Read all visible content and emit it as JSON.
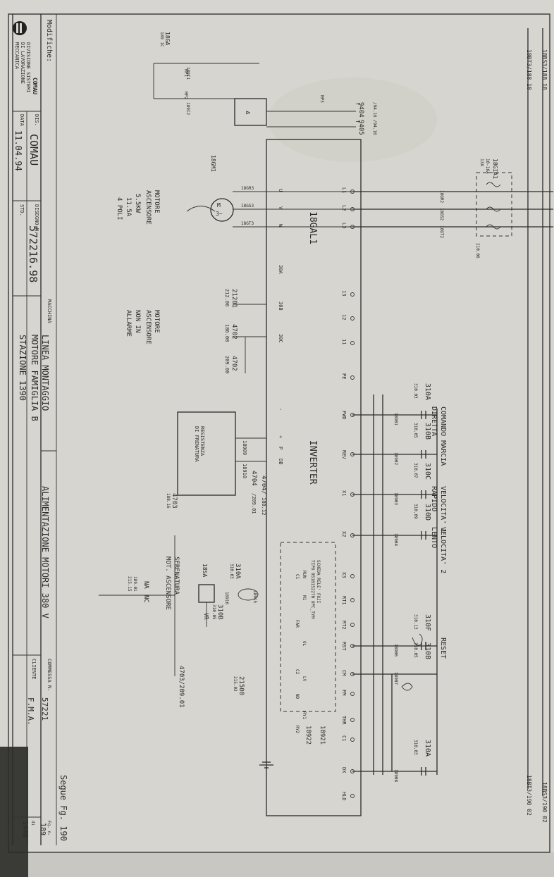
{
  "header": {
    "modifiche_label": "Modifiche:",
    "company_logo": "comau-logo",
    "company_small": "COMAU",
    "division": [
      "DIVISIONE SISTEMI",
      "DI LAVORAZIONE",
      "MECCANICA"
    ],
    "dis_label": "DIS.",
    "dis_value": "COMAU",
    "data_label": "DATA",
    "data_value": "11.04.94",
    "disegno_label": "DISEGNO N.",
    "disegno_value": "572216.98",
    "std_label": "STD.",
    "macchina_label": "MACCHINA",
    "macchina_lines": [
      "LINEA MONTAGGIO",
      "MOTORE FAMIGLIA B",
      "STAZIONE 1390"
    ],
    "title": "ALIMENTAZIONE MOTORI 380 V",
    "commessa_label": "COMMESSA N.",
    "commessa_value": "57221",
    "cliente_label": "CLIENTE",
    "cliente_value": "F.M.A.",
    "segue": "Segue Fg. 190",
    "fg_label": "Fg. n.",
    "fg_value": "189",
    "of_label": "di",
    "of_value": "1446"
  },
  "bus": {
    "left_top": "18BS3/188 18",
    "left_mid": "18BT3/188 18",
    "right_top": "18BS3/190 02",
    "right_mid": "18BT3/190 02"
  },
  "inverter": {
    "tag": "18GAL1",
    "name": "INVERTER",
    "terminals_top": [
      "L1",
      "L2",
      "L3",
      "13",
      "12",
      "11",
      "PE",
      "FWD",
      "REV",
      "X1",
      "X2",
      "X3",
      "RT1",
      "RT2",
      "RST",
      "CM",
      "FM",
      "THR",
      "C1",
      "DX",
      "HLD"
    ],
    "terminals_bottom": [
      "U",
      "V",
      "W",
      "30A",
      "30B",
      "30C",
      "-",
      "+",
      "P",
      "DB"
    ]
  },
  "motor": {
    "tag": "18GM1",
    "symbol": "M 3~",
    "description": [
      "MOTORE",
      "ASCENSORE",
      "5.5KW",
      "11.5A",
      "4 POLI"
    ],
    "wires": [
      "18GR3",
      "18GS3",
      "18GT3"
    ],
    "fuse_tag": "18GIA1",
    "fuse_rating": [
      "10-16A",
      "13A"
    ],
    "fuse_ref": "210.06",
    "line_wires": [
      "18GR2",
      "18GS2",
      "18GT2"
    ]
  },
  "alarm_note": [
    "MOTORE",
    "ASCENSORE",
    "NON IN",
    "ALLARME"
  ],
  "alarm_refs": [
    {
      "num": "21201",
      "ref": "212.06"
    },
    {
      "num": "4702",
      "ref": "186.08"
    },
    {
      "num": "4702",
      "ref": "209.00"
    }
  ],
  "brake": {
    "box_title": [
      "RESISTENZA",
      "DI FRENATURA"
    ],
    "wire_p": "18909",
    "wire_db": "18910",
    "ref1": "4704",
    "ref1_page": "/209.01",
    "ref2": "4704/",
    "ref2_page": "188.12"
  },
  "feedback": {
    "top_tag": "18GA",
    "top_ref": "189 1C",
    "wires": [
      "189I1",
      "189I2"
    ],
    "mp": [
      "MP1",
      "MP2",
      "MP3"
    ],
    "out1": "9404",
    "out1_ref": "/94.16",
    "out2": "9405",
    "out2_ref": "/94.16"
  },
  "controls": [
    {
      "contact": "310A",
      "ref": "310.03",
      "wire": "18901",
      "label": [
        "COMANDO MARCIA",
        "DIRETTA"
      ]
    },
    {
      "contact": "310B",
      "ref": "310.05",
      "wire": "18902",
      "label": []
    },
    {
      "contact": "310C",
      "ref": "310.07",
      "wire": "18903",
      "label": [
        "VELOCITA' 1",
        "RAPIDO"
      ]
    },
    {
      "contact": "310D",
      "ref": "310.09",
      "wire": "18904",
      "label": [
        "VELOCITA' 2",
        "LENTO"
      ]
    },
    {
      "contact": "310F",
      "ref": "310.13",
      "wire": "18906",
      "label": [
        "RESET"
      ]
    },
    {
      "contact": "310A",
      "ref": "310.03",
      "wire": "18908",
      "label": []
    },
    {
      "contact": "310B",
      "ref": "310.05",
      "wire": "18907",
      "label": []
    }
  ],
  "relay_board": {
    "title": "SCHEDA RELE' FUJI",
    "type": "TIPO 9510152270 OPC_TYM",
    "run": "RUN",
    "terms": [
      "C1",
      "M1",
      "FAR",
      "OL",
      "C2",
      "LV",
      "ND",
      "RY1",
      "RY2",
      "18921",
      "18922"
    ]
  },
  "sfrenatura": {
    "ref": "4703",
    "ref_page": "188.16",
    "label": [
      "SFRENATURA",
      "MOT. ASCENSORE"
    ],
    "na": "NA",
    "nc": "NC",
    "na_ref": [
      "189.01",
      "215.15"
    ],
    "relay": "18SA",
    "vr": "VR",
    "wire": "18915",
    "contact1": "310A",
    "contact1_ref": "310.03",
    "contact2": "310B",
    "contact2_ref": "310.05",
    "wire2": "18916",
    "out": "4703/209.01",
    "alarm_num": "21500",
    "alarm_ref": "215.03"
  }
}
